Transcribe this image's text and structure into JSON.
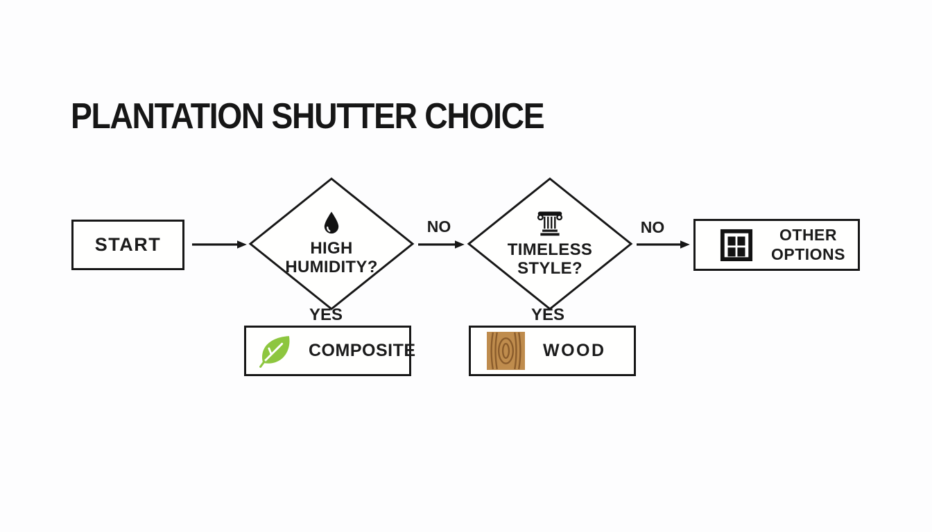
{
  "title": "PLANTATION SHUTTER CHOICE",
  "colors": {
    "background": "#fdfdfe",
    "stroke": "#171717",
    "text": "#1b1b1b",
    "leaf_green": "#8dc63f",
    "wood_tan": "#bf8c4d",
    "wood_grain": "#8a5c2c"
  },
  "nodes": {
    "start": {
      "label": "START",
      "type": "terminator"
    },
    "high_humidity": {
      "line1": "HIGH",
      "line2": "HUMIDITY?",
      "type": "decision",
      "icon": "water-drop-icon"
    },
    "timeless_style": {
      "line1": "TIMELESS",
      "line2": "STYLE?",
      "type": "decision",
      "icon": "column-icon"
    },
    "other_options": {
      "line1": "OTHER",
      "line2": "OPTIONS",
      "type": "result",
      "icon": "window-icon"
    },
    "composite": {
      "label": "COMPOSITE",
      "type": "result",
      "icon": "leaf-icon"
    },
    "wood": {
      "label": "WOOD",
      "type": "result",
      "icon": "wood-grain-icon"
    }
  },
  "edges": [
    {
      "from": "start",
      "to": "high_humidity",
      "label": ""
    },
    {
      "from": "high_humidity",
      "to": "timeless_style",
      "label": "NO"
    },
    {
      "from": "high_humidity",
      "to": "composite",
      "label": "YES"
    },
    {
      "from": "timeless_style",
      "to": "other_options",
      "label": "NO"
    },
    {
      "from": "timeless_style",
      "to": "wood",
      "label": "YES"
    }
  ]
}
